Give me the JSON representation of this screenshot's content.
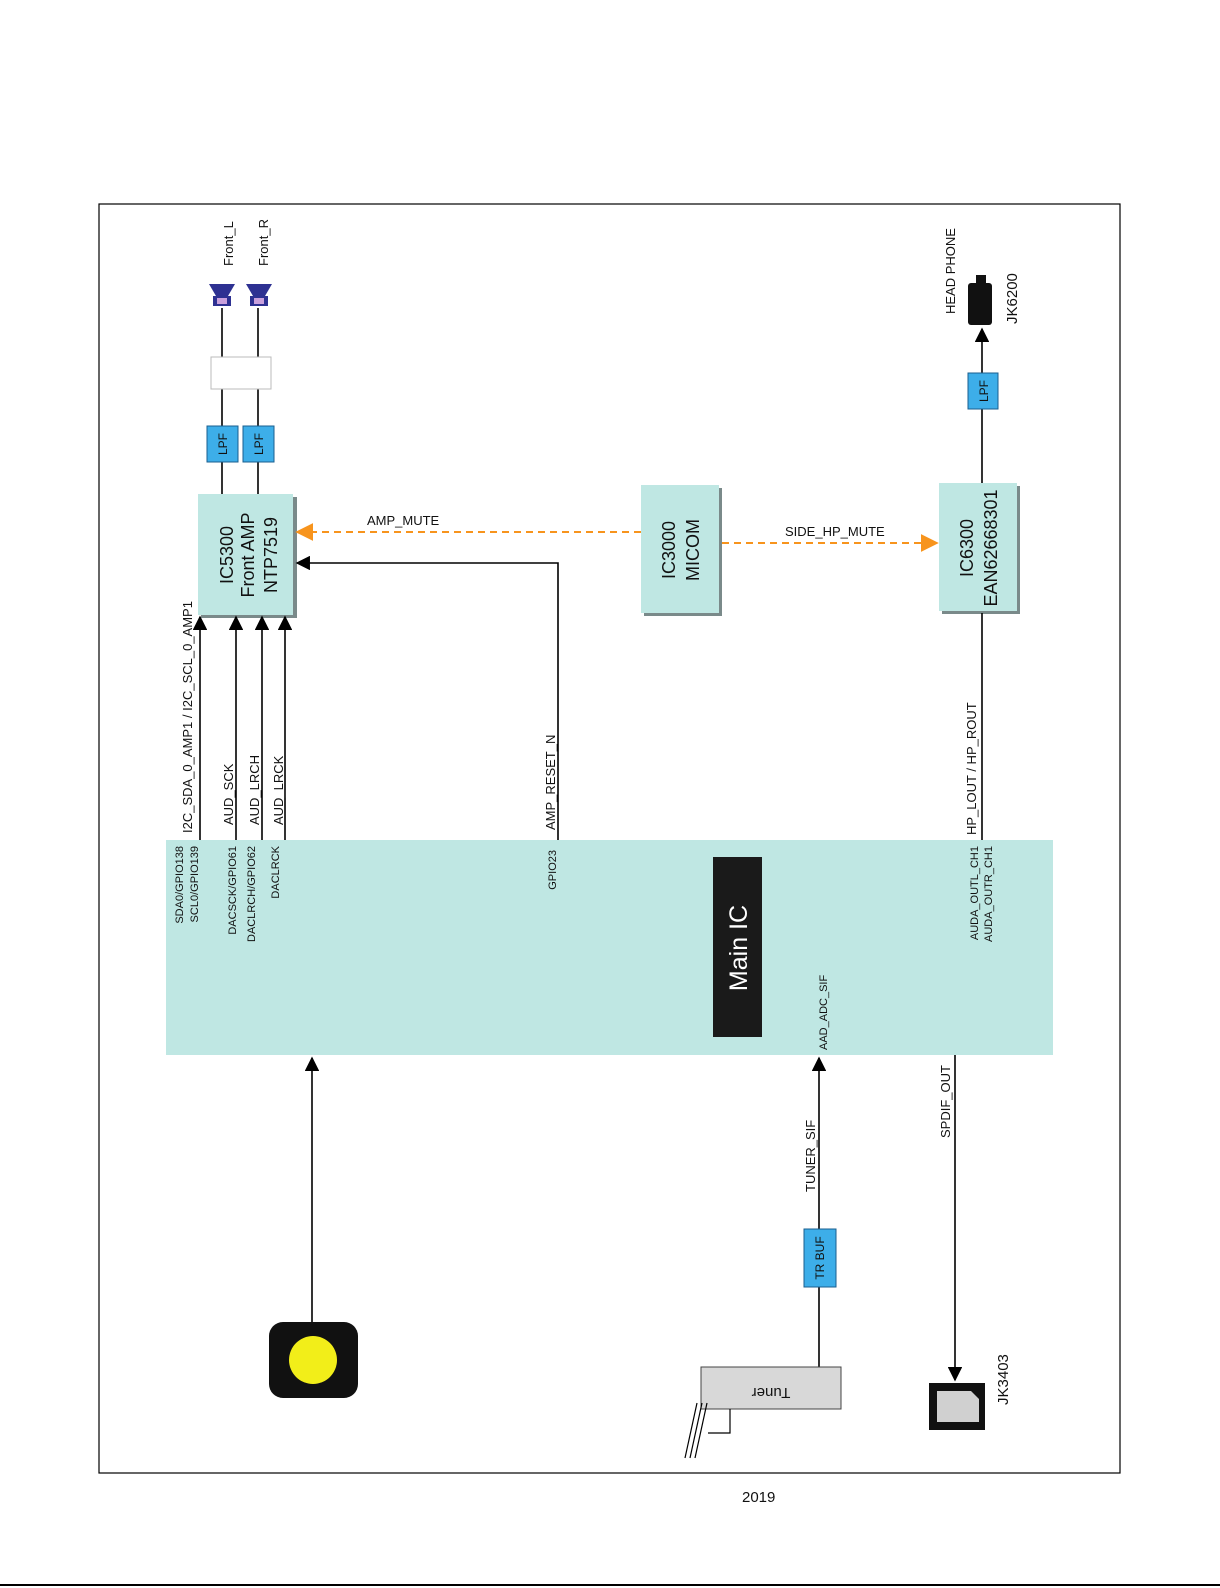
{
  "colors": {
    "block_fill": "#bfe7e3",
    "lpf_fill": "#3daee9",
    "mute_arrow": "#f7941d",
    "label_bg": "#1a1a1a"
  },
  "blocks": {
    "amp": {
      "id": "IC5300",
      "name": "Front AMP",
      "part": "NTP7519"
    },
    "micom": {
      "id": "IC3000",
      "name": "MICOM"
    },
    "hp_amp": {
      "id": "IC6300",
      "part": "EAN62668301"
    },
    "main": {
      "label": "Main IC"
    },
    "tuner": {
      "label": "Tuner"
    },
    "trbuf": {
      "label": "TR BUF"
    },
    "lpf": {
      "label": "LPF"
    }
  },
  "speakers": {
    "left": "Front_L",
    "right": "Front_R"
  },
  "connectors": {
    "headphone": {
      "label": "HEAD PHONE",
      "ref": "JK6200"
    },
    "spdif": {
      "ref": "JK3403"
    }
  },
  "signals": {
    "amp_mute": "AMP_MUTE",
    "side_hp_mute": "SIDE_HP_MUTE",
    "i2c": "I2C_SDA_0_AMP1 / I2C_SCL_0_AMP1",
    "aud_sck": "AUD_SCK",
    "aud_lrch": "AUD_LRCH",
    "aud_lrck": "AUD_LRCK",
    "amp_reset": "AMP_RESET_N",
    "hp_out": "HP_LOUT / HP_ROUT",
    "spdif_out": "SPDIF_OUT",
    "tuner_sif": "TUNER_SIF"
  },
  "pins": {
    "sda": "SDA0/GPIO138",
    "scl": "SCL0/GPIO139",
    "dacsck": "DACSCK/GPIO61",
    "daclrch": "DACLRCH/GPIO62",
    "daclrck": "DACLRCK",
    "gpio23": "GPIO23",
    "auda_l": "AUDA_OUTL_CH1",
    "auda_r": "AUDA_OUTR_CH1",
    "aad_sif": "AAD_ADC_SIF"
  },
  "page_number": "2019"
}
